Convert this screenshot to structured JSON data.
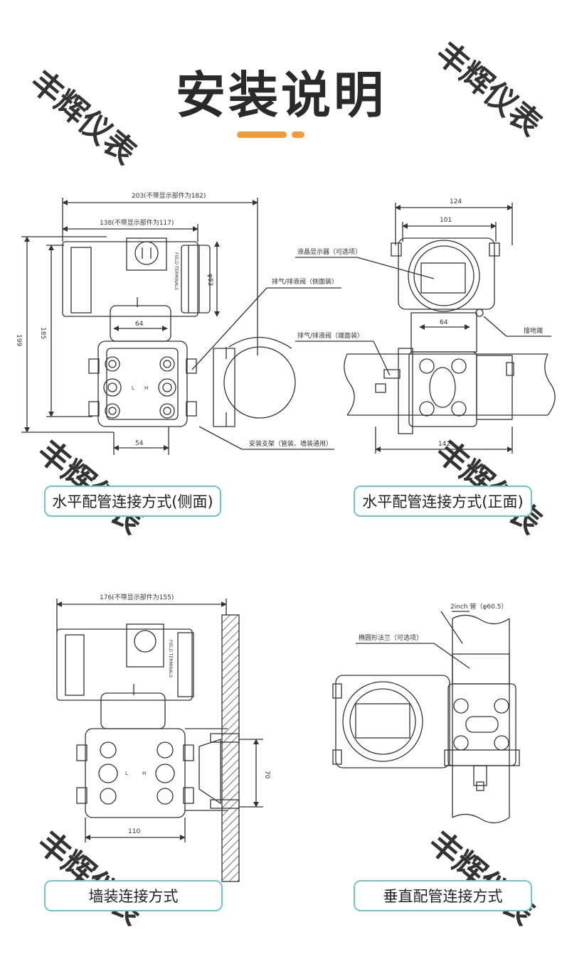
{
  "title": "安装说明",
  "colors": {
    "accent": "#f39a3b",
    "caption_border": "#6ec6c8",
    "line": "#333333"
  },
  "watermark": "丰辉仪表",
  "panels": {
    "side": {
      "caption": "水平配管连接方式(侧面)",
      "dims": {
        "overall": "203(不带显示部件为182)",
        "partial": "138(不带显示部件为117)",
        "height_199": "199",
        "height_185": "185",
        "dia_83": "φ83",
        "width_64": "64",
        "width_54": "54"
      },
      "labels": {
        "vent": "排气/排液阀（侧面装）",
        "bracket": "安装支架（管装、墙装通用）",
        "terminal": "FIELD TERMINALS",
        "l": "L",
        "h": "H"
      }
    },
    "front": {
      "caption": "水平配管连接方式(正面)",
      "dims": {
        "w124": "124",
        "w101": "101",
        "w64": "64",
        "w142": "142"
      },
      "labels": {
        "display": "液晶显示器（可选项）",
        "vent": "排气/排液阀（端面装）",
        "ground": "接地端"
      }
    },
    "wall": {
      "caption": "墙装连接方式",
      "dims": {
        "overall": "176(不带显示部件为155)",
        "h70": "70",
        "w110": "110"
      },
      "labels": {
        "terminal": "FIELD TERMINALS",
        "l": "L",
        "h": "H"
      }
    },
    "vertical": {
      "caption": "垂直配管连接方式",
      "labels": {
        "pipe": "2inch 管（φ60.5）",
        "flange": "椭圆形法兰（可选项）"
      }
    }
  }
}
